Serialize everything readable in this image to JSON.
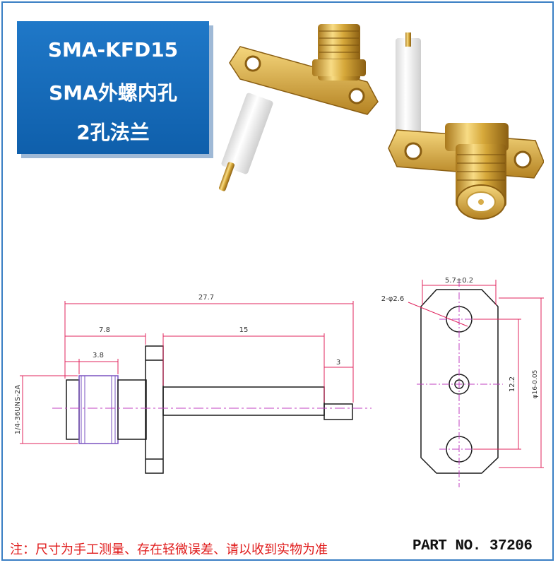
{
  "title": {
    "model": "SMA-KFD15",
    "type": "SMA外螺内孔",
    "flange": "2孔法兰"
  },
  "dimensions": {
    "overall_length": "27.7",
    "front_length": "7.8",
    "nut_length": "3.8",
    "body_length": "15",
    "pin_length": "3",
    "thread": "1/4-36UNS-2A",
    "hole": "2-φ2.6",
    "flange_width": "5.7±0.2",
    "hole_spacing": "12.2",
    "flange_length": "φ16-0.05"
  },
  "colors": {
    "title_bg": "#1f78c8",
    "dimension_line": "#e0245e",
    "centerline": "#c040c0",
    "outline": "#1a1a1a",
    "note_text": "#e01b1b"
  },
  "footer": {
    "note": "注：尺寸为手工测量、存在轻微误差、请以收到实物为准",
    "part": "PART NO. 37206"
  }
}
